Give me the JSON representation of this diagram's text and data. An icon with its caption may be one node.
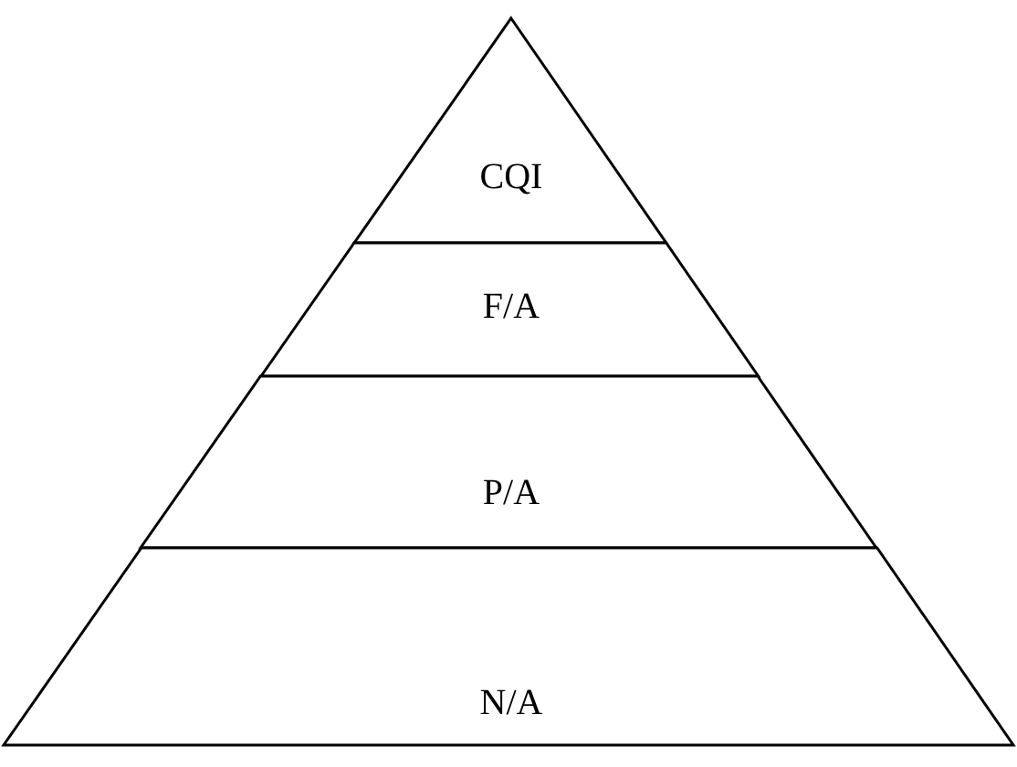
{
  "diagram": {
    "nodes": [
      {
        "text": [
          "CQI"
        ]
      },
      {
        "text": [
          "F/A"
        ]
      },
      {
        "text": [
          "P/A"
        ]
      },
      {
        "text": [
          "N/A"
        ]
      }
    ]
  }
}
